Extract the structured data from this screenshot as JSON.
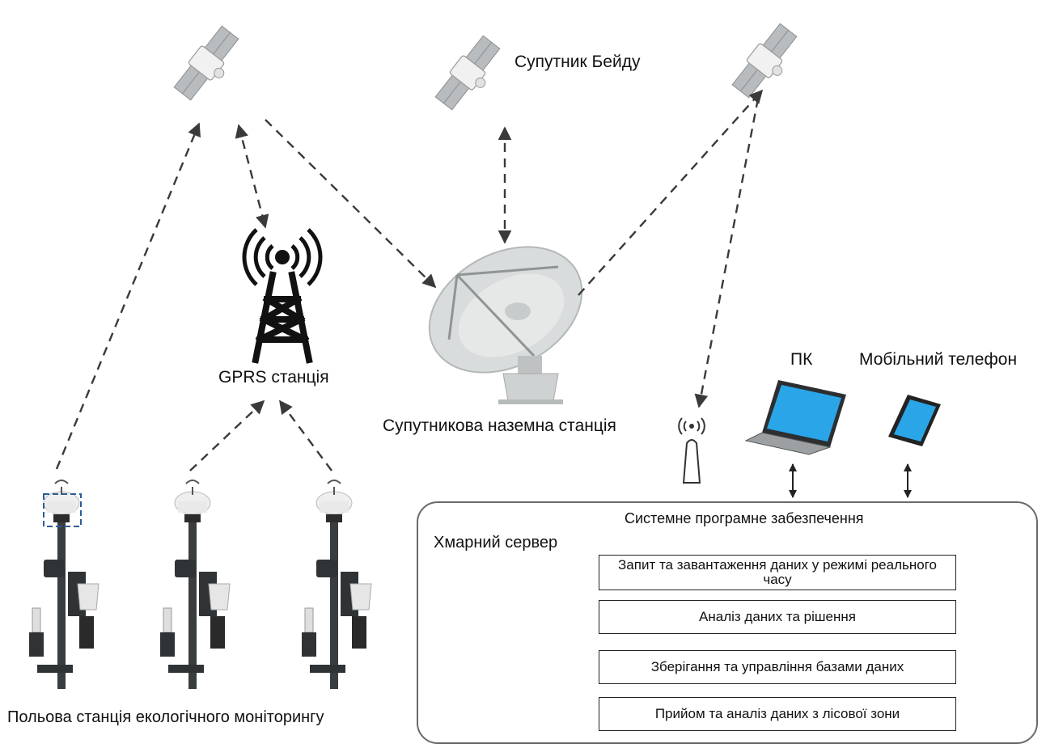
{
  "labels": {
    "beidou": "Супутник Бейду",
    "gprs": "GPRS станція",
    "ground_station": "Супутникова наземна станція",
    "pc": "ПК",
    "mobile": "Мобільний телефон",
    "field_station": "Польова станція екологічного моніторингу",
    "cloud_server": "Хмарний сервер",
    "system_software": "Системне програмне забезпечення"
  },
  "functions": [
    "Запит та завантаження даних у режимі реального часу",
    "Аналіз даних та рішення",
    "Зберігання та управління базами даних",
    "Прийом та аналіз даних з лісової зони"
  ]
}
